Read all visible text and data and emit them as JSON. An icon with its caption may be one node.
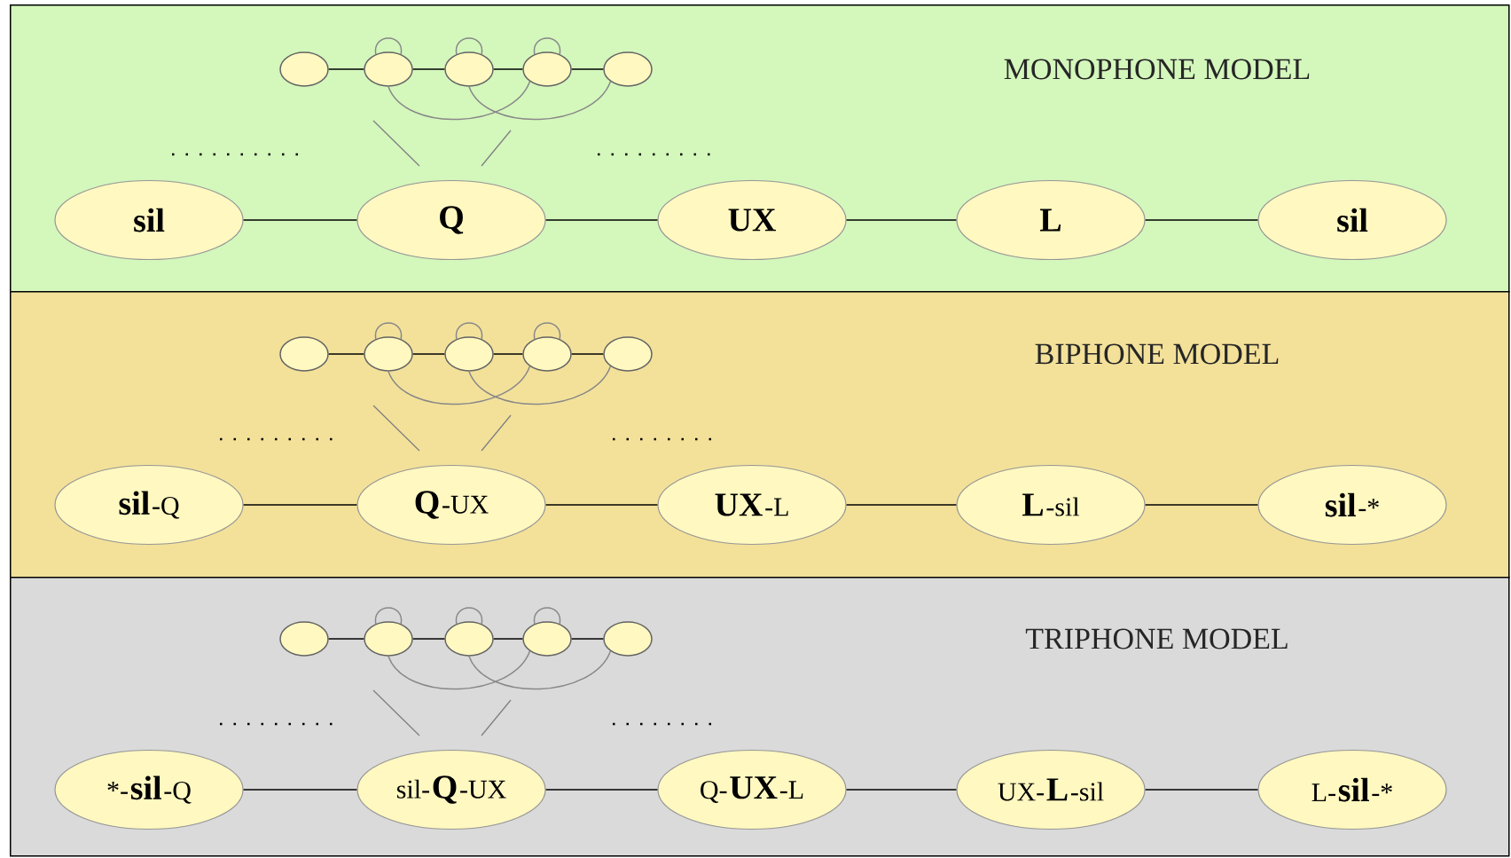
{
  "diagram": {
    "nodes": [
      {
        "text": [
          "MONOPHONE MODEL"
        ]
      },
      {
        "text": [],
        "shape": "circle",
        "in": 0
      },
      {
        "text": [],
        "shape": "circle",
        "in": 0
      },
      {
        "text": [],
        "shape": "circle",
        "in": 0
      },
      {
        "text": [],
        "shape": "circle",
        "in": 0
      },
      {
        "text": [],
        "shape": "circle",
        "in": 0
      },
      {
        "text": [
          "sil"
        ],
        "in": 0
      },
      {
        "text": [
          "Q"
        ],
        "in": 0
      },
      {
        "text": [
          "UX"
        ],
        "in": 0
      },
      {
        "text": [
          "L"
        ],
        "in": 0
      },
      {
        "text": [
          "sil"
        ],
        "in": 0
      },
      {
        "text": [
          "BIPHONE MODEL"
        ]
      },
      {
        "text": [],
        "shape": "circle",
        "in": 11
      },
      {
        "text": [],
        "shape": "circle",
        "in": 11
      },
      {
        "text": [],
        "shape": "circle",
        "in": 11
      },
      {
        "text": [],
        "shape": "circle",
        "in": 11
      },
      {
        "text": [],
        "shape": "circle",
        "in": 11
      },
      {
        "text": [
          "sil",
          "-Q"
        ],
        "in": 11
      },
      {
        "text": [
          "Q",
          "-UX"
        ],
        "in": 11
      },
      {
        "text": [
          "UX",
          "-L"
        ],
        "in": 11
      },
      {
        "text": [
          "L",
          "-sil"
        ],
        "in": 11
      },
      {
        "text": [
          "sil",
          "-*"
        ],
        "in": 11
      },
      {
        "text": [
          "TRIPHONE MODEL"
        ]
      },
      {
        "text": [],
        "shape": "circle",
        "in": 22
      },
      {
        "text": [],
        "shape": "circle",
        "in": 22
      },
      {
        "text": [],
        "shape": "circle",
        "in": 22
      },
      {
        "text": [],
        "shape": "circle",
        "in": 22
      },
      {
        "text": [],
        "shape": "circle",
        "in": 22
      },
      {
        "text": [
          "*-",
          "sil",
          "-Q"
        ],
        "in": 22
      },
      {
        "text": [
          "sil-",
          "Q",
          "-UX"
        ],
        "in": 22
      },
      {
        "text": [
          "Q-",
          "UX",
          "-L"
        ],
        "in": 22
      },
      {
        "text": [
          "UX-",
          "L",
          "-sil"
        ],
        "in": 22
      },
      {
        "text": [
          "L-",
          "sil",
          "-*"
        ],
        "in": 22
      }
    ],
    "edges": [
      {
        "from": 1,
        "to": 2,
        "arrow": "none"
      },
      {
        "from": 2,
        "to": 3,
        "arrow": "none"
      },
      {
        "from": 3,
        "to": 4,
        "arrow": "none"
      },
      {
        "from": 4,
        "to": 5,
        "arrow": "none"
      },
      {
        "from": 2,
        "to": 2,
        "arrow": "none",
        "color": "#888888"
      },
      {
        "from": 3,
        "to": 3,
        "arrow": "none",
        "color": "#888888"
      },
      {
        "from": 4,
        "to": 4,
        "arrow": "none",
        "color": "#888888"
      },
      {
        "from": 2,
        "to": 4,
        "arrow": "none",
        "color": "#888888"
      },
      {
        "from": 3,
        "to": 5,
        "arrow": "none",
        "color": "#888888"
      },
      {
        "from": 6,
        "to": 7,
        "arrow": "none"
      },
      {
        "from": 7,
        "to": 8,
        "arrow": "none"
      },
      {
        "from": 8,
        "to": 9,
        "arrow": "none"
      },
      {
        "from": 9,
        "to": 10,
        "arrow": "none"
      },
      {
        "from": 12,
        "to": 13,
        "arrow": "none"
      },
      {
        "from": 13,
        "to": 14,
        "arrow": "none"
      },
      {
        "from": 14,
        "to": 15,
        "arrow": "none"
      },
      {
        "from": 15,
        "to": 16,
        "arrow": "none"
      },
      {
        "from": 13,
        "to": 13,
        "arrow": "none",
        "color": "#888888"
      },
      {
        "from": 14,
        "to": 14,
        "arrow": "none",
        "color": "#888888"
      },
      {
        "from": 15,
        "to": 15,
        "arrow": "none",
        "color": "#888888"
      },
      {
        "from": 13,
        "to": 15,
        "arrow": "none",
        "color": "#888888"
      },
      {
        "from": 14,
        "to": 16,
        "arrow": "none",
        "color": "#888888"
      },
      {
        "from": 17,
        "to": 18,
        "arrow": "none"
      },
      {
        "from": 18,
        "to": 19,
        "arrow": "none"
      },
      {
        "from": 19,
        "to": 20,
        "arrow": "none"
      },
      {
        "from": 20,
        "to": 21,
        "arrow": "none"
      },
      {
        "from": 23,
        "to": 24,
        "arrow": "none"
      },
      {
        "from": 24,
        "to": 25,
        "arrow": "none"
      },
      {
        "from": 25,
        "to": 26,
        "arrow": "none"
      },
      {
        "from": 26,
        "to": 27,
        "arrow": "none"
      },
      {
        "from": 24,
        "to": 24,
        "arrow": "none",
        "color": "#888888"
      },
      {
        "from": 25,
        "to": 25,
        "arrow": "none",
        "color": "#888888"
      },
      {
        "from": 26,
        "to": 26,
        "arrow": "none",
        "color": "#888888"
      },
      {
        "from": 24,
        "to": 26,
        "arrow": "none",
        "color": "#888888"
      },
      {
        "from": 25,
        "to": 27,
        "arrow": "none",
        "color": "#888888"
      },
      {
        "from": 28,
        "to": 29,
        "arrow": "none"
      },
      {
        "from": 29,
        "to": 30,
        "arrow": "none"
      },
      {
        "from": 30,
        "to": 31,
        "arrow": "none"
      },
      {
        "from": 31,
        "to": 32,
        "arrow": "none"
      }
    ]
  }
}
